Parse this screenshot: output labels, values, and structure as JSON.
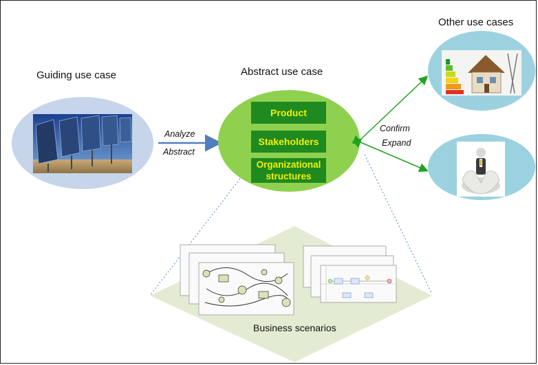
{
  "labels": {
    "guiding": "Guiding use case",
    "abstract": "Abstract use case",
    "other": "Other use cases",
    "analyze": "Analyze",
    "abstract_verb": "Abstract",
    "confirm": "Confirm",
    "expand": "Expand",
    "business": "Business scenarios"
  },
  "boxes": {
    "product": "Product",
    "stakeholders": "Stakeholders",
    "org_line1": "Organizational",
    "org_line2": "structures"
  },
  "colors": {
    "guiding_ellipse": "#c6d5ea",
    "abstract_ellipse": "#8fd14f",
    "other_ellipse": "#9cd2df",
    "box_fill": "#1f8a1f",
    "box_text": "#f5f000",
    "diamond": "#e4ebd3",
    "arrow_blue": "#4f7fbf",
    "arrow_green": "#1fa31f"
  }
}
